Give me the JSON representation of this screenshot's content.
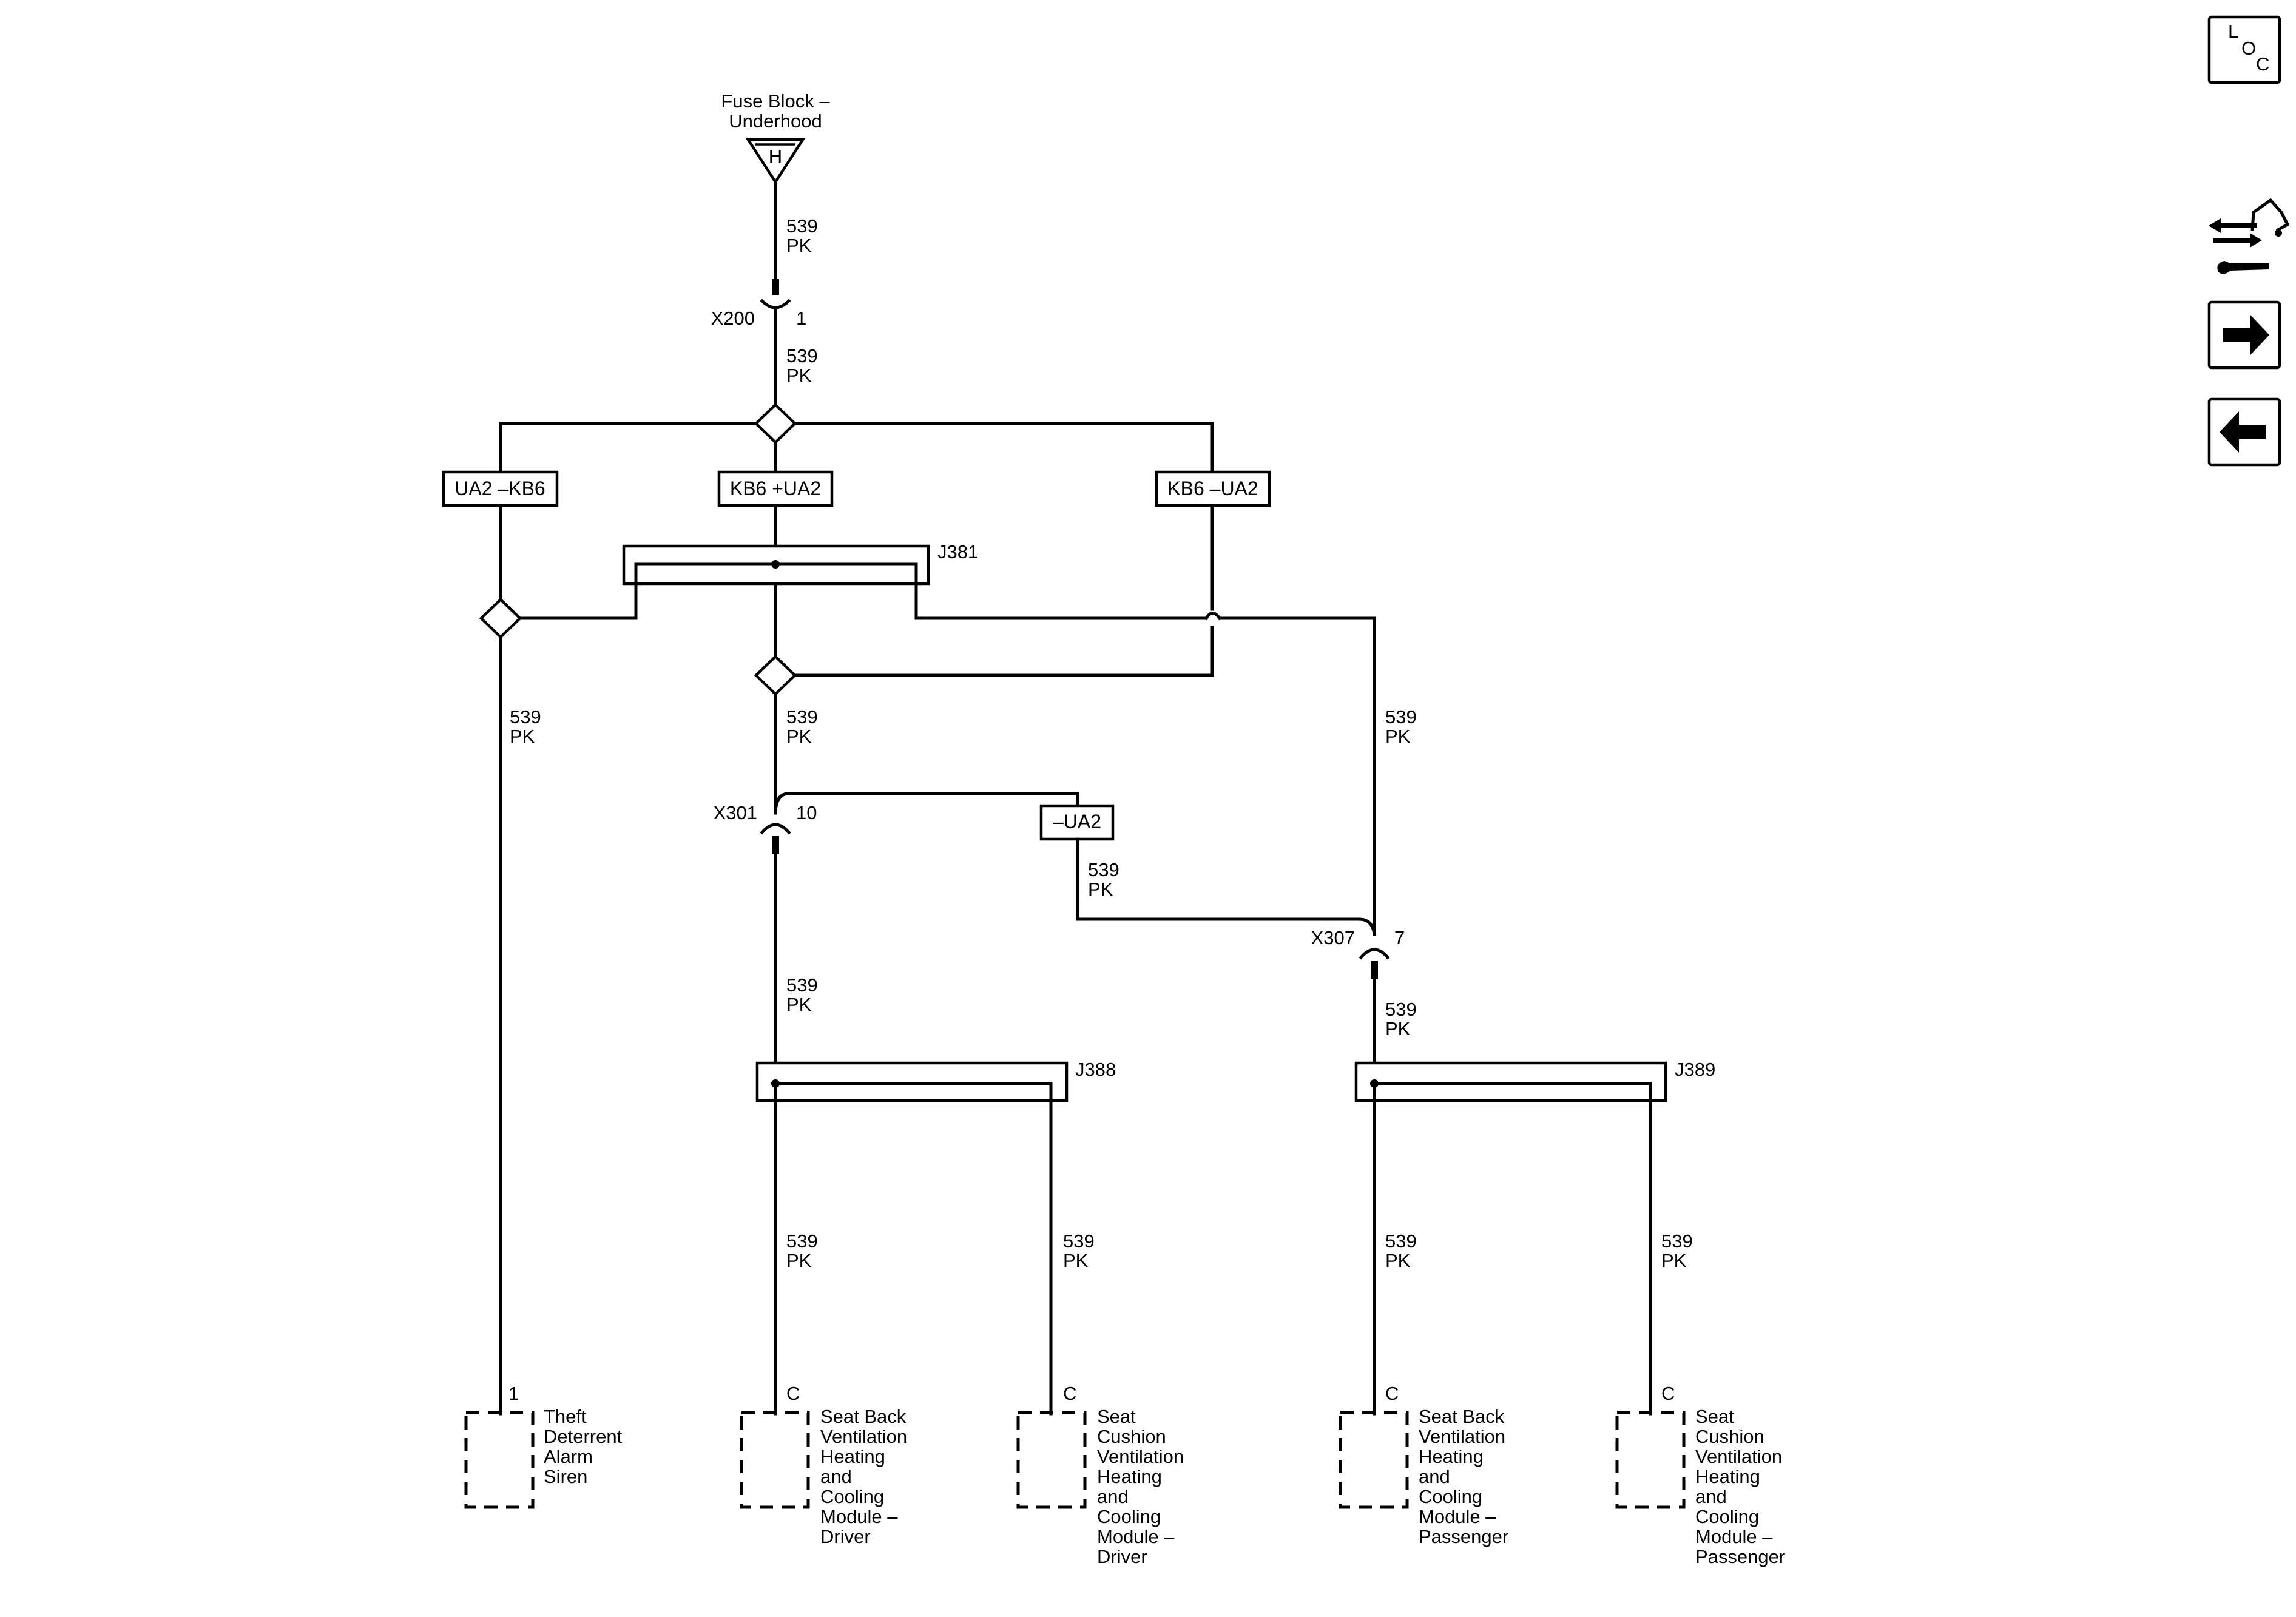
{
  "fuse_block": {
    "label_line1": "Fuse Block –",
    "label_line2": "Underhood",
    "terminal": "H"
  },
  "wire": {
    "circuit": "539",
    "color": "PK"
  },
  "connectors": {
    "x200": {
      "name": "X200",
      "pin": "1"
    },
    "x301": {
      "name": "X301",
      "pin": "10"
    },
    "x307": {
      "name": "X307",
      "pin": "7"
    }
  },
  "options": {
    "ua2_kb6": "UA2 –KB6",
    "kb6_ua2_plus": "KB6 +UA2",
    "kb6_ua2_minus": "KB6 –UA2",
    "ua2_minus": "–UA2"
  },
  "splices": {
    "j381": "J381",
    "j388": "J388",
    "j389": "J389"
  },
  "components": [
    {
      "pin": "1",
      "lines": [
        "Theft",
        "Deterrent",
        "Alarm",
        "Siren"
      ]
    },
    {
      "pin": "C",
      "lines": [
        "Seat Back",
        "Ventilation",
        "Heating",
        "and",
        "Cooling",
        "Module –",
        "Driver"
      ]
    },
    {
      "pin": "C",
      "lines": [
        "Seat",
        "Cushion",
        "Ventilation",
        "Heating",
        "and",
        "Cooling",
        "Module –",
        "Driver"
      ]
    },
    {
      "pin": "C",
      "lines": [
        "Seat Back",
        "Ventilation",
        "Heating",
        "and",
        "Cooling",
        "Module –",
        "Passenger"
      ]
    },
    {
      "pin": "C",
      "lines": [
        "Seat",
        "Cushion",
        "Ventilation",
        "Heating",
        "and",
        "Cooling",
        "Module –",
        "Passenger"
      ]
    }
  ],
  "nav": {
    "loc_l": "L",
    "loc_o": "O",
    "loc_c": "C",
    "icons": [
      "location-icon",
      "component-tool-icon",
      "arrow-right-icon",
      "arrow-left-icon"
    ]
  }
}
